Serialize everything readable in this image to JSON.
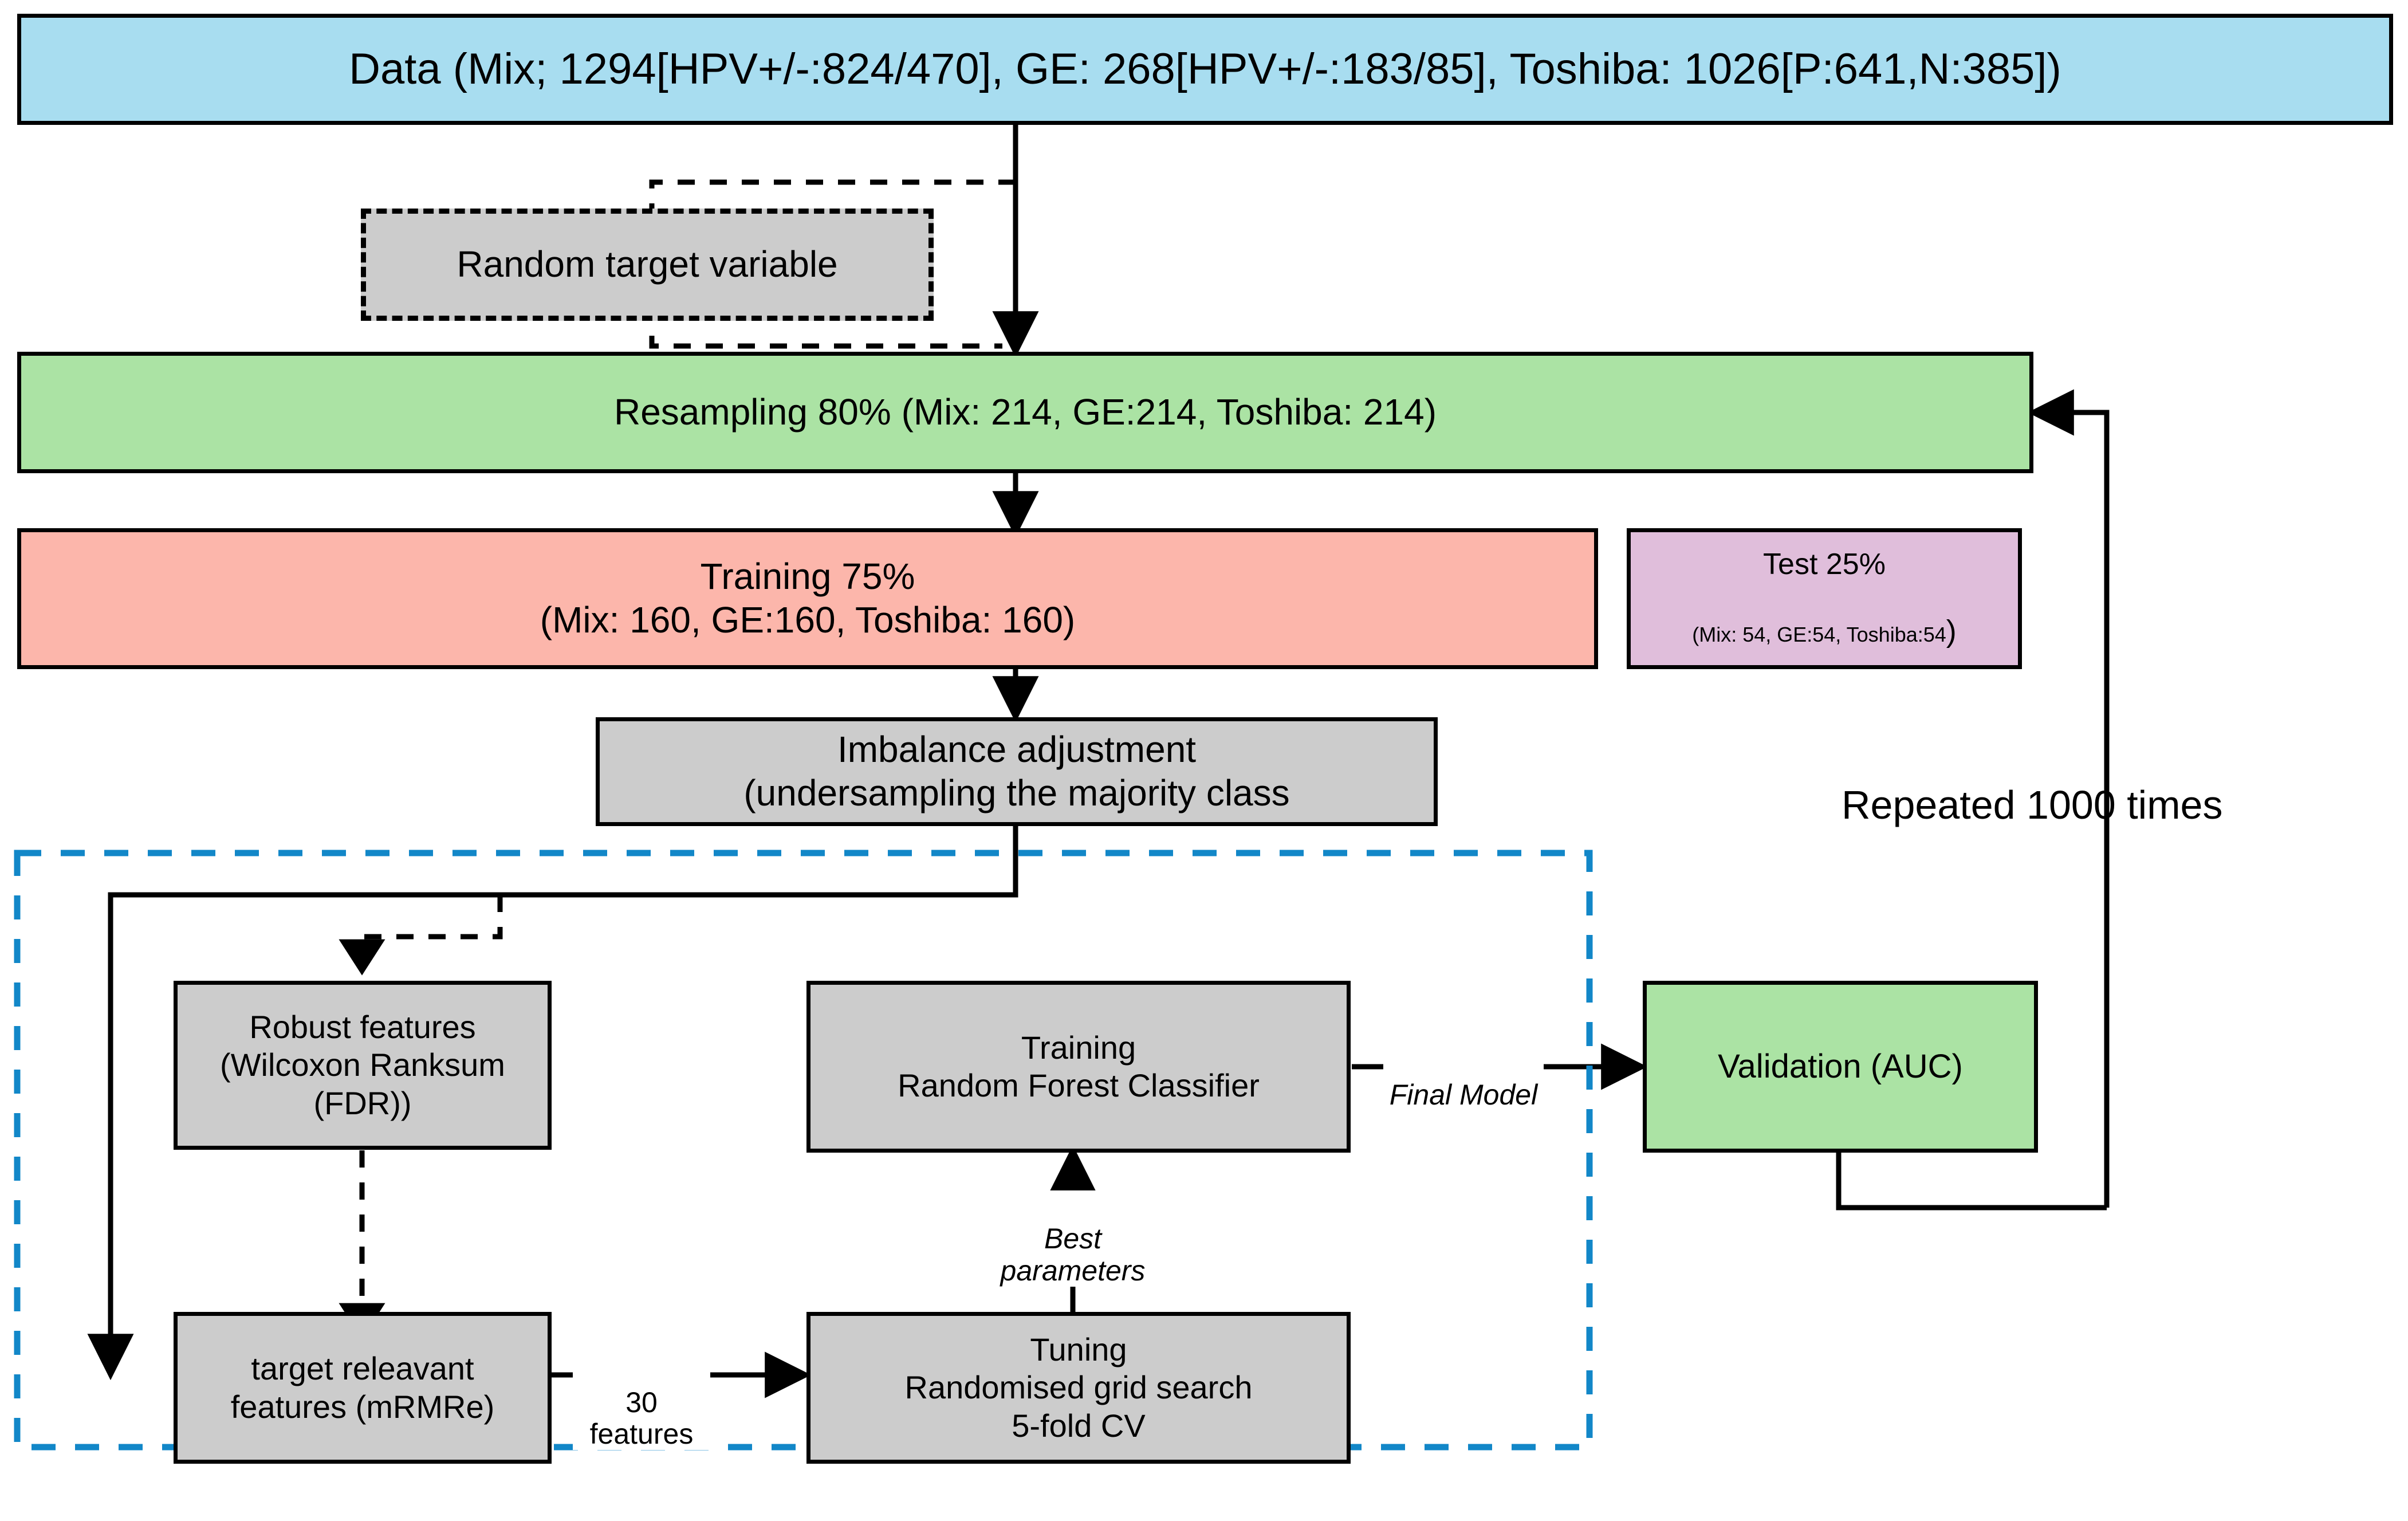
{
  "diagram": {
    "title_box": {
      "label": "Data (Mix; 1294[HPV+/-:824/470], GE: 268[HPV+/-:183/85], Toshiba: 1026[P:641,N:385])",
      "color": "#a8ddf0"
    },
    "random_target": {
      "label": "Random target variable",
      "color": "#cccccc"
    },
    "resampling": {
      "label": "Resampling 80% (Mix: 214, GE:214, Toshiba: 214)",
      "color": "#abe3a4"
    },
    "training_split": {
      "label": "Training 75%\n(Mix: 160, GE:160, Toshiba: 160)",
      "color": "#fcb6ab"
    },
    "test_split": {
      "label_line1": "Test 25%",
      "label_line2": "(Mix: 54, GE:54, Toshiba:54",
      "label_line2_tail": ")",
      "color": "#e0bedb"
    },
    "imbalance": {
      "label": "Imbalance adjustment\n(undersampling the majority class",
      "color": "#cccccc"
    },
    "robust_features": {
      "label": "Robust features\n(Wilcoxon Ranksum\n(FDR))",
      "color": "#cccccc"
    },
    "target_relevant": {
      "label": "target releavant\nfeatures (mRMRe)",
      "color": "#cccccc"
    },
    "tuning": {
      "label": "Tuning\nRandomised grid search\n5-fold CV",
      "color": "#cccccc"
    },
    "rf_training": {
      "label": "Training\nRandom Forest Classifier",
      "color": "#cccccc"
    },
    "validation": {
      "label": "Validation (AUC)",
      "color": "#abe3a4"
    },
    "cv_container": {
      "color": "#1287c8"
    },
    "edge_labels": {
      "features_count": "30 features",
      "best_parameters": "Best\nparameters",
      "final_model": "Final Model",
      "repeated": "Repeated 1000 times"
    }
  }
}
